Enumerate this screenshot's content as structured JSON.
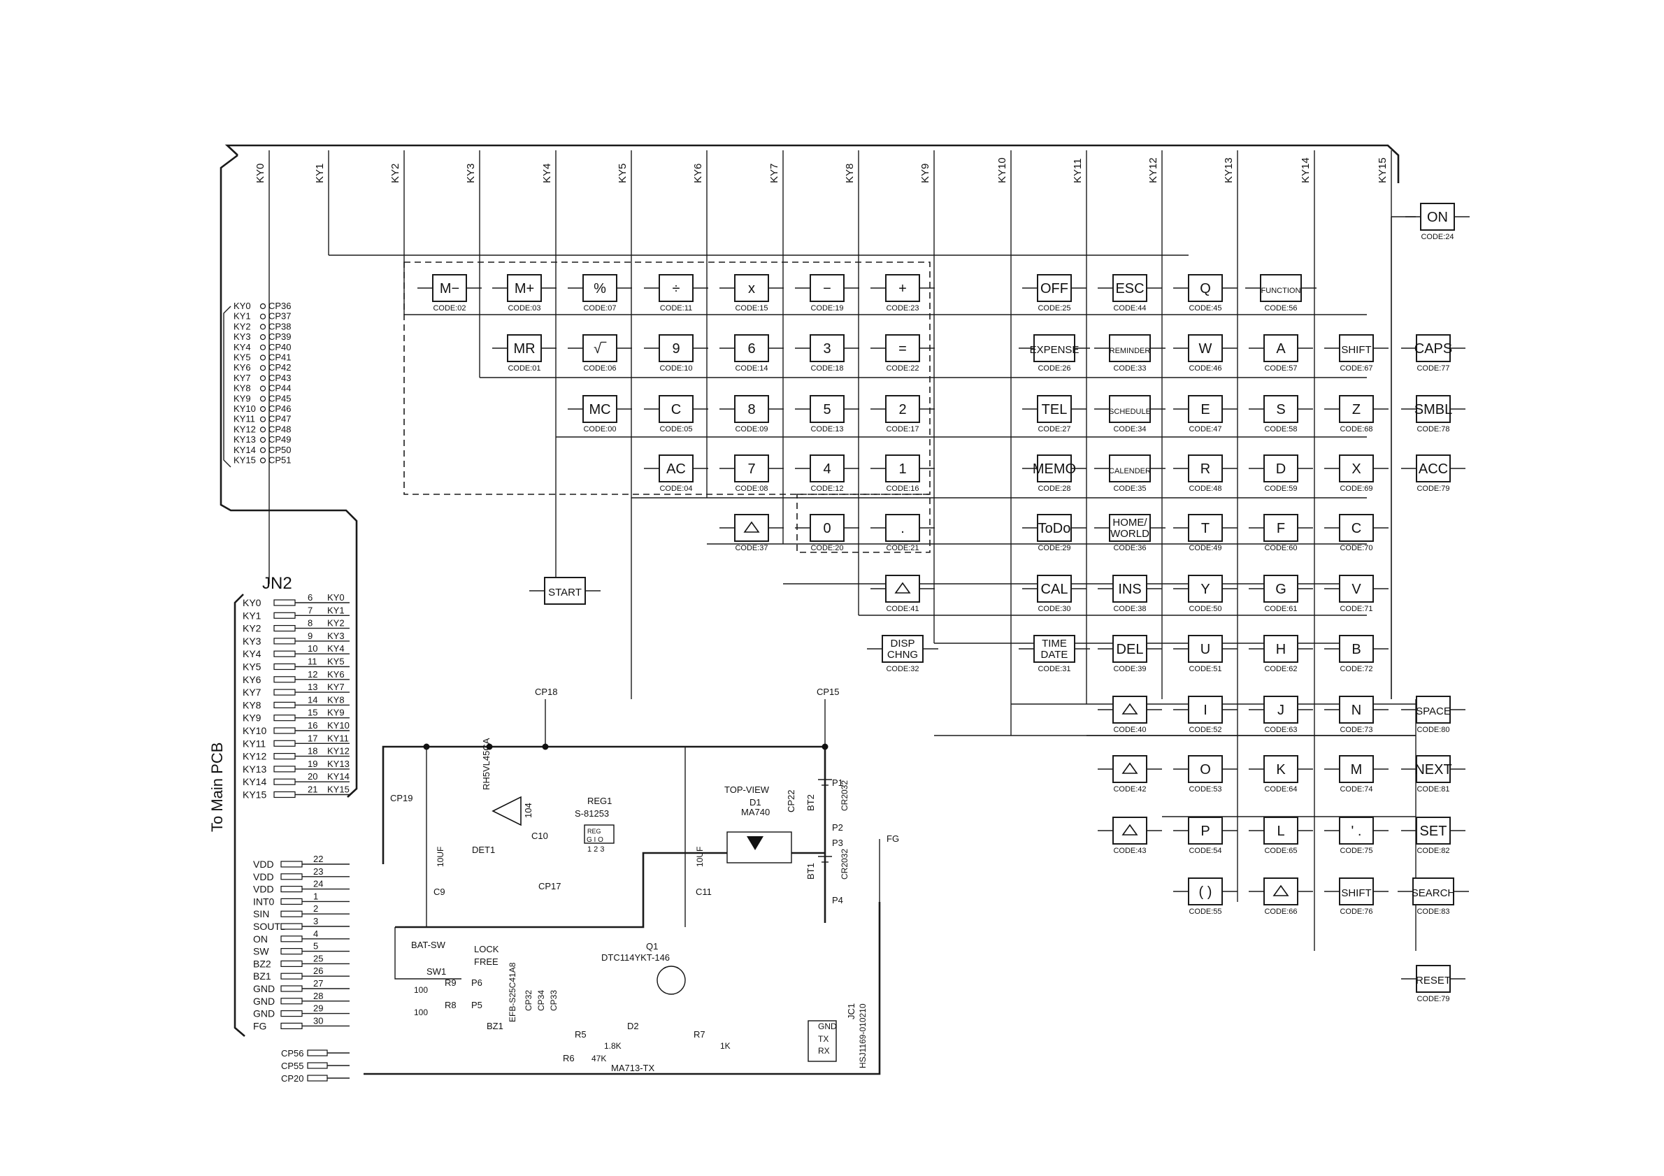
{
  "scan_lines": [
    "KY0",
    "KY1",
    "KY2",
    "KY3",
    "KY4",
    "KY5",
    "KY6",
    "KY7",
    "KY8",
    "KY9",
    "KY10",
    "KY11",
    "KY12",
    "KY13",
    "KY14",
    "KY15"
  ],
  "test_points": [
    "CP36",
    "CP37",
    "CP38",
    "CP39",
    "CP40",
    "CP41",
    "CP42",
    "CP43",
    "CP44",
    "CP45",
    "CP46",
    "CP47",
    "CP48",
    "CP49",
    "CP50",
    "CP51"
  ],
  "connector": {
    "name": "JN2",
    "to_main_pcb": "To Main PCB",
    "ky_pins": [
      {
        "sig": "KY0",
        "pin": "6"
      },
      {
        "sig": "KY1",
        "pin": "7"
      },
      {
        "sig": "KY2",
        "pin": "8"
      },
      {
        "sig": "KY3",
        "pin": "9"
      },
      {
        "sig": "KY4",
        "pin": "10"
      },
      {
        "sig": "KY5",
        "pin": "11"
      },
      {
        "sig": "KY6",
        "pin": "12"
      },
      {
        "sig": "KY7",
        "pin": "13"
      },
      {
        "sig": "KY8",
        "pin": "14"
      },
      {
        "sig": "KY9",
        "pin": "15"
      },
      {
        "sig": "KY10",
        "pin": "16"
      },
      {
        "sig": "KY11",
        "pin": "17"
      },
      {
        "sig": "KY12",
        "pin": "18"
      },
      {
        "sig": "KY13",
        "pin": "19"
      },
      {
        "sig": "KY14",
        "pin": "20"
      },
      {
        "sig": "KY15",
        "pin": "21"
      }
    ],
    "power_pins": [
      {
        "sig": "VDD",
        "pin": "22"
      },
      {
        "sig": "VDD",
        "pin": "23"
      },
      {
        "sig": "VDD",
        "pin": "24"
      },
      {
        "sig": "INT0",
        "pin": "1"
      },
      {
        "sig": "SIN",
        "pin": "2"
      },
      {
        "sig": "SOUTB",
        "pin": "3"
      },
      {
        "sig": "ON",
        "pin": "4"
      },
      {
        "sig": "SW",
        "pin": "5"
      },
      {
        "sig": "BZ2",
        "pin": "25"
      },
      {
        "sig": "BZ1",
        "pin": "26"
      },
      {
        "sig": "GND",
        "pin": "27"
      },
      {
        "sig": "GND",
        "pin": "28"
      },
      {
        "sig": "GND",
        "pin": "29"
      },
      {
        "sig": "FG",
        "pin": "30"
      }
    ],
    "extra_test_points": [
      "CP56",
      "CP55",
      "CP20"
    ]
  },
  "keys": [
    {
      "label": "ON",
      "code": "CODE:24"
    },
    {
      "label": "M−",
      "code": "CODE:02"
    },
    {
      "label": "M+",
      "code": "CODE:03"
    },
    {
      "label": "%",
      "code": "CODE:07"
    },
    {
      "label": "÷",
      "code": "CODE:11"
    },
    {
      "label": "x",
      "code": "CODE:15"
    },
    {
      "label": "−",
      "code": "CODE:19"
    },
    {
      "label": "+",
      "code": "CODE:23"
    },
    {
      "label": "OFF",
      "code": "CODE:25"
    },
    {
      "label": "ESC",
      "code": "CODE:44"
    },
    {
      "label": "Q",
      "code": "CODE:45"
    },
    {
      "label": "FUNCTION",
      "code": "CODE:56"
    },
    {
      "label": "MR",
      "code": "CODE:01"
    },
    {
      "label": "√‾",
      "code": "CODE:06"
    },
    {
      "label": "9",
      "code": "CODE:10"
    },
    {
      "label": "6",
      "code": "CODE:14"
    },
    {
      "label": "3",
      "code": "CODE:18"
    },
    {
      "label": "=",
      "code": "CODE:22"
    },
    {
      "label": "EXPENSE",
      "code": "CODE:26"
    },
    {
      "label": "REMINDER",
      "code": "CODE:33"
    },
    {
      "label": "W",
      "code": "CODE:46"
    },
    {
      "label": "A",
      "code": "CODE:57"
    },
    {
      "label": "SHIFT",
      "code": "CODE:67"
    },
    {
      "label": "CAPS",
      "code": "CODE:77"
    },
    {
      "label": "MC",
      "code": "CODE:00"
    },
    {
      "label": "C",
      "code": "CODE:05"
    },
    {
      "label": "8",
      "code": "CODE:09"
    },
    {
      "label": "5",
      "code": "CODE:13"
    },
    {
      "label": "2",
      "code": "CODE:17"
    },
    {
      "label": "TEL",
      "code": "CODE:27"
    },
    {
      "label": "SCHEDULE",
      "code": "CODE:34"
    },
    {
      "label": "E",
      "code": "CODE:47"
    },
    {
      "label": "S",
      "code": "CODE:58"
    },
    {
      "label": "Z",
      "code": "CODE:68"
    },
    {
      "label": "SMBL",
      "code": "CODE:78"
    },
    {
      "label": "AC",
      "code": "CODE:04"
    },
    {
      "label": "7",
      "code": "CODE:08"
    },
    {
      "label": "4",
      "code": "CODE:12"
    },
    {
      "label": "1",
      "code": "CODE:16"
    },
    {
      "label": "MEMO",
      "code": "CODE:28"
    },
    {
      "label": "CALENDER",
      "code": "CODE:35"
    },
    {
      "label": "R",
      "code": "CODE:48"
    },
    {
      "label": "D",
      "code": "CODE:59"
    },
    {
      "label": "X",
      "code": "CODE:69"
    },
    {
      "label": "ACC",
      "code": "CODE:79"
    },
    {
      "label": "",
      "code": "CODE:37"
    },
    {
      "label": "0",
      "code": "CODE:20"
    },
    {
      "label": ".",
      "code": "CODE:21"
    },
    {
      "label": "ToDo",
      "code": "CODE:29"
    },
    {
      "label": "HOME/ WORLD",
      "code": "CODE:36"
    },
    {
      "label": "T",
      "code": "CODE:49"
    },
    {
      "label": "F",
      "code": "CODE:60"
    },
    {
      "label": "C",
      "code": "CODE:70"
    },
    {
      "label": "",
      "code": "CODE:41"
    },
    {
      "label": "CAL",
      "code": "CODE:30"
    },
    {
      "label": "INS",
      "code": "CODE:38"
    },
    {
      "label": "Y",
      "code": "CODE:50"
    },
    {
      "label": "G",
      "code": "CODE:61"
    },
    {
      "label": "V",
      "code": "CODE:71"
    },
    {
      "label": "DISP CHNG",
      "code": "CODE:32"
    },
    {
      "label": "TIME DATE",
      "code": "CODE:31"
    },
    {
      "label": "DEL",
      "code": "CODE:39"
    },
    {
      "label": "U",
      "code": "CODE:51"
    },
    {
      "label": "H",
      "code": "CODE:62"
    },
    {
      "label": "B",
      "code": "CODE:72"
    },
    {
      "label": "",
      "code": "CODE:40"
    },
    {
      "label": "I",
      "code": "CODE:52"
    },
    {
      "label": "J",
      "code": "CODE:63"
    },
    {
      "label": "N",
      "code": "CODE:73"
    },
    {
      "label": "SPACE",
      "code": "CODE:80"
    },
    {
      "label": "",
      "code": "CODE:42"
    },
    {
      "label": "O",
      "code": "CODE:53"
    },
    {
      "label": "K",
      "code": "CODE:64"
    },
    {
      "label": "M",
      "code": "CODE:74"
    },
    {
      "label": "NEXT",
      "code": "CODE:81"
    },
    {
      "label": "",
      "code": "CODE:43"
    },
    {
      "label": "P",
      "code": "CODE:54"
    },
    {
      "label": "L",
      "code": "CODE:65"
    },
    {
      "label": "' .",
      "code": "CODE:75"
    },
    {
      "label": "SET",
      "code": "CODE:82"
    },
    {
      "label": "( )",
      "code": "CODE:55"
    },
    {
      "label": "",
      "code": "CODE:66"
    },
    {
      "label": "SHIFT",
      "code": "CODE:76"
    },
    {
      "label": "SEARCH",
      "code": "CODE:83"
    },
    {
      "label": "RESET",
      "code": "CODE:79"
    },
    {
      "label": "START",
      "code": ""
    }
  ],
  "components": {
    "cp18": "CP18",
    "cp15": "CP15",
    "cp19": "CP19",
    "cp17": "CP17",
    "cp22": "CP22",
    "det1_part": "RH5VL45CA",
    "det1": "DET1",
    "c10": "C10",
    "c10_val": "104",
    "c9": "C9",
    "c9_val": "10UF",
    "c11": "C11",
    "c11_val": "10UF",
    "reg1": "REG1",
    "reg1_part": "S-81253",
    "reg_pins": "G I O",
    "reg_pin_nums": "1 2 3",
    "reg_tag": "REG",
    "top_view": "TOP-VIEW",
    "d1": "D1",
    "d1_part": "MA740",
    "bt1": "BT1",
    "bt2": "BT2",
    "cr2032": "CR2032",
    "p1": "P1",
    "p2": "P2",
    "p3": "P3",
    "p4": "P4",
    "fg": "FG",
    "bat_sw": "BAT-SW",
    "lock": "LOCK",
    "free": "FREE",
    "sw1": "SW1",
    "r9": "R9",
    "r8": "R8",
    "r_val": "100",
    "p6": "P6",
    "p5": "P5",
    "bz1": "BZ1",
    "bz_part": "EFB-S25C41A8",
    "cp32": "CP32",
    "cp34": "CP34",
    "cp33": "CP33",
    "q1": "Q1",
    "q1_part": "DTC114YKT-146",
    "r5": "R5",
    "r6": "R6",
    "r5_val": "1.8K",
    "r6_val": "47K",
    "d2": "D2",
    "d2_part": "MA713-TX",
    "r7": "R7",
    "r7_val": "1K",
    "jc1": "JC1",
    "jc1_part": "HSJ1169-010210",
    "gnd": "GND",
    "tx": "TX",
    "rx": "RX"
  }
}
